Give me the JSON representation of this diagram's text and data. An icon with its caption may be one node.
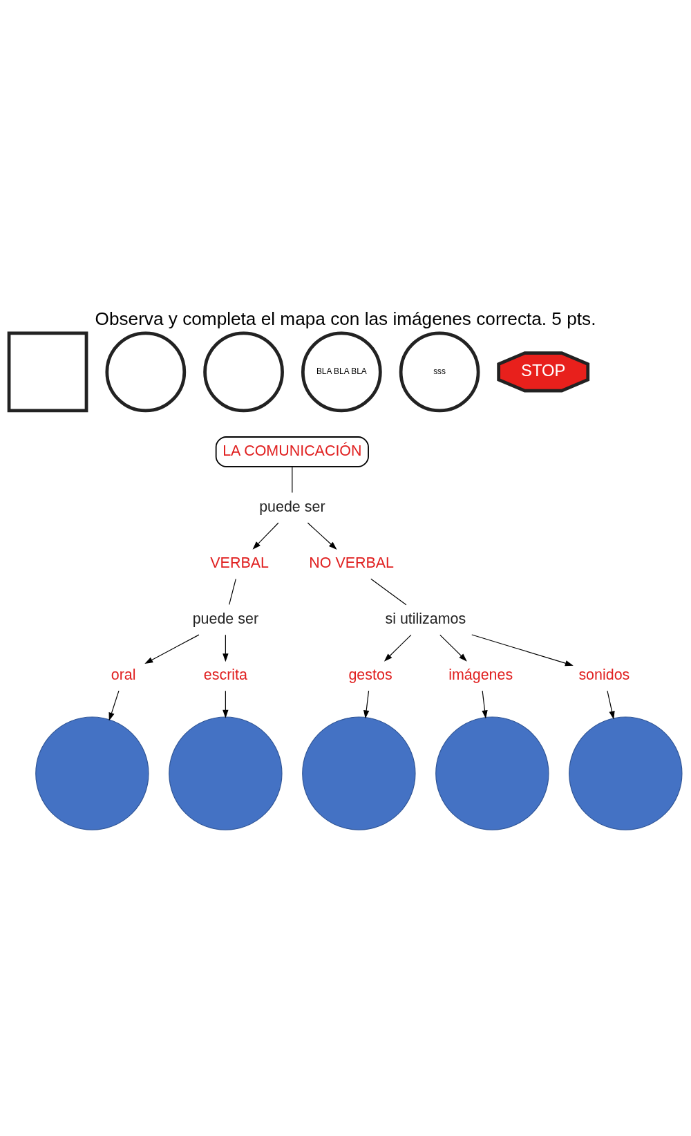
{
  "diagram": {
    "title": "Observa y completa el mapa con las imágenes correcta. 5 pts.",
    "nodes": [
      {
        "text": [
          "LA COMUNICACIÓN"
        ]
      },
      {
        "text": [
          "puede ser"
        ]
      },
      {
        "text": [
          "VERBAL"
        ]
      },
      {
        "text": [
          "NO VERBAL"
        ]
      },
      {
        "text": [
          "puede ser"
        ]
      },
      {
        "text": [
          "si utilizamos"
        ]
      },
      {
        "text": [
          "oral"
        ]
      },
      {
        "text": [
          "escrita"
        ]
      },
      {
        "text": [
          "gestos"
        ]
      },
      {
        "text": [
          "imágenes"
        ]
      },
      {
        "text": [
          "sonidos"
        ]
      },
      {
        "text": [],
        "shape": "circle"
      },
      {
        "text": [],
        "shape": "circle"
      },
      {
        "text": [],
        "shape": "circle"
      },
      {
        "text": [],
        "shape": "circle"
      },
      {
        "text": [],
        "shape": "circle"
      },
      {
        "text": [],
        "shape": "box"
      },
      {
        "text": [],
        "shape": "circle"
      },
      {
        "text": [],
        "shape": "circle"
      },
      {
        "text": [
          "BLA BLA BLA"
        ]
      },
      {
        "text": [
          "sss"
        ]
      },
      {
        "text": [
          "STOP"
        ]
      }
    ],
    "edges": [
      {
        "from": 0,
        "to": 1,
        "arrow": "none"
      },
      {
        "from": 1,
        "to": 2,
        "arrow": "to"
      },
      {
        "from": 1,
        "to": 3,
        "arrow": "to"
      },
      {
        "from": 2,
        "to": 4,
        "arrow": "none"
      },
      {
        "from": 3,
        "to": 5,
        "arrow": "none"
      },
      {
        "from": 4,
        "to": 6,
        "arrow": "to"
      },
      {
        "from": 4,
        "to": 7,
        "arrow": "to"
      },
      {
        "from": 5,
        "to": 8,
        "arrow": "to"
      },
      {
        "from": 5,
        "to": 9,
        "arrow": "to"
      },
      {
        "from": 5,
        "to": 10,
        "arrow": "to"
      },
      {
        "from": 6,
        "to": 11,
        "arrow": "to"
      },
      {
        "from": 7,
        "to": 12,
        "arrow": "to"
      },
      {
        "from": 8,
        "to": 13,
        "arrow": "to"
      },
      {
        "from": 9,
        "to": 14,
        "arrow": "to"
      },
      {
        "from": 10,
        "to": 15,
        "arrow": "to"
      }
    ]
  }
}
